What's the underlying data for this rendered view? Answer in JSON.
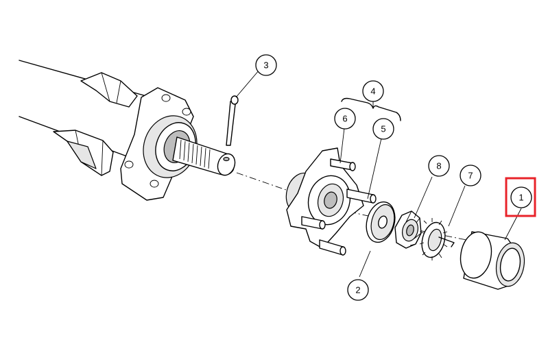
{
  "callouts": {
    "c1": "1",
    "c2": "2",
    "c3": "3",
    "c4": "4",
    "c5": "5",
    "c6": "6",
    "c7": "7",
    "c8": "8"
  },
  "highlight": {
    "target": "1",
    "color": "#e8232a"
  }
}
